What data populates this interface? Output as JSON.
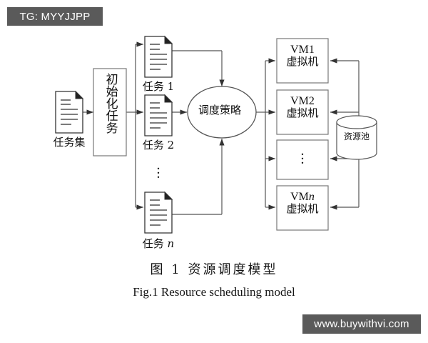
{
  "watermarks": {
    "top": "TG: MYYJJPP",
    "bottom": "www.buywithvi.com"
  },
  "caption": {
    "chinese": "图 1  资源调度模型",
    "english": "Fig.1   Resource scheduling model"
  },
  "diagram": {
    "title": "资源调度模型",
    "nodes": {
      "task_set": {
        "label": "任务集",
        "shape": "document"
      },
      "init": {
        "label": "初始化任务",
        "shape": "rect",
        "orientation": "vertical-text"
      },
      "task1": {
        "label": "任务 1",
        "shape": "document"
      },
      "task2": {
        "label": "任务 2",
        "shape": "document"
      },
      "task_ellipsis": {
        "label": "⋮",
        "shape": "text"
      },
      "taskn": {
        "label": "任务 n",
        "shape": "document",
        "italic_suffix": "n"
      },
      "scheduler": {
        "label": "调度策略",
        "shape": "ellipse"
      },
      "vm1": {
        "title": "VM1",
        "sub": "虚拟机",
        "shape": "rect"
      },
      "vm2": {
        "title": "VM2",
        "sub": "虚拟机",
        "shape": "rect"
      },
      "vm_ellipsis": {
        "title": "⋮",
        "sub": "",
        "shape": "rect"
      },
      "vmn": {
        "title": "VMn",
        "sub": "虚拟机",
        "shape": "rect",
        "italic_suffix": "n"
      },
      "resource_pool": {
        "label": "资源池",
        "shape": "cylinder"
      }
    },
    "edges": [
      {
        "from": "task_set",
        "to": "init",
        "type": "arrow"
      },
      {
        "from": "init",
        "to": "task1",
        "type": "arrow"
      },
      {
        "from": "init",
        "to": "task2",
        "type": "arrow"
      },
      {
        "from": "init",
        "to": "taskn",
        "type": "arrow"
      },
      {
        "from": "task1",
        "to": "scheduler",
        "type": "arrow"
      },
      {
        "from": "task2",
        "to": "scheduler",
        "type": "arrow"
      },
      {
        "from": "taskn",
        "to": "scheduler",
        "type": "arrow"
      },
      {
        "from": "scheduler",
        "to": "vm1",
        "type": "arrow"
      },
      {
        "from": "scheduler",
        "to": "vm2",
        "type": "arrow"
      },
      {
        "from": "scheduler",
        "to": "vm_ellipsis",
        "type": "arrow"
      },
      {
        "from": "scheduler",
        "to": "vmn",
        "type": "arrow"
      },
      {
        "from": "resource_pool",
        "to": "vm1",
        "type": "arrow"
      },
      {
        "from": "resource_pool",
        "to": "vm2",
        "type": "arrow"
      },
      {
        "from": "resource_pool",
        "to": "vm_ellipsis",
        "type": "arrow"
      },
      {
        "from": "resource_pool",
        "to": "vmn",
        "type": "arrow"
      }
    ]
  },
  "colors": {
    "stroke": "#4a4a4a",
    "text": "#111111",
    "watermark_bg": "#5a5a5a",
    "watermark_fg": "#ffffff",
    "background": "#ffffff"
  }
}
